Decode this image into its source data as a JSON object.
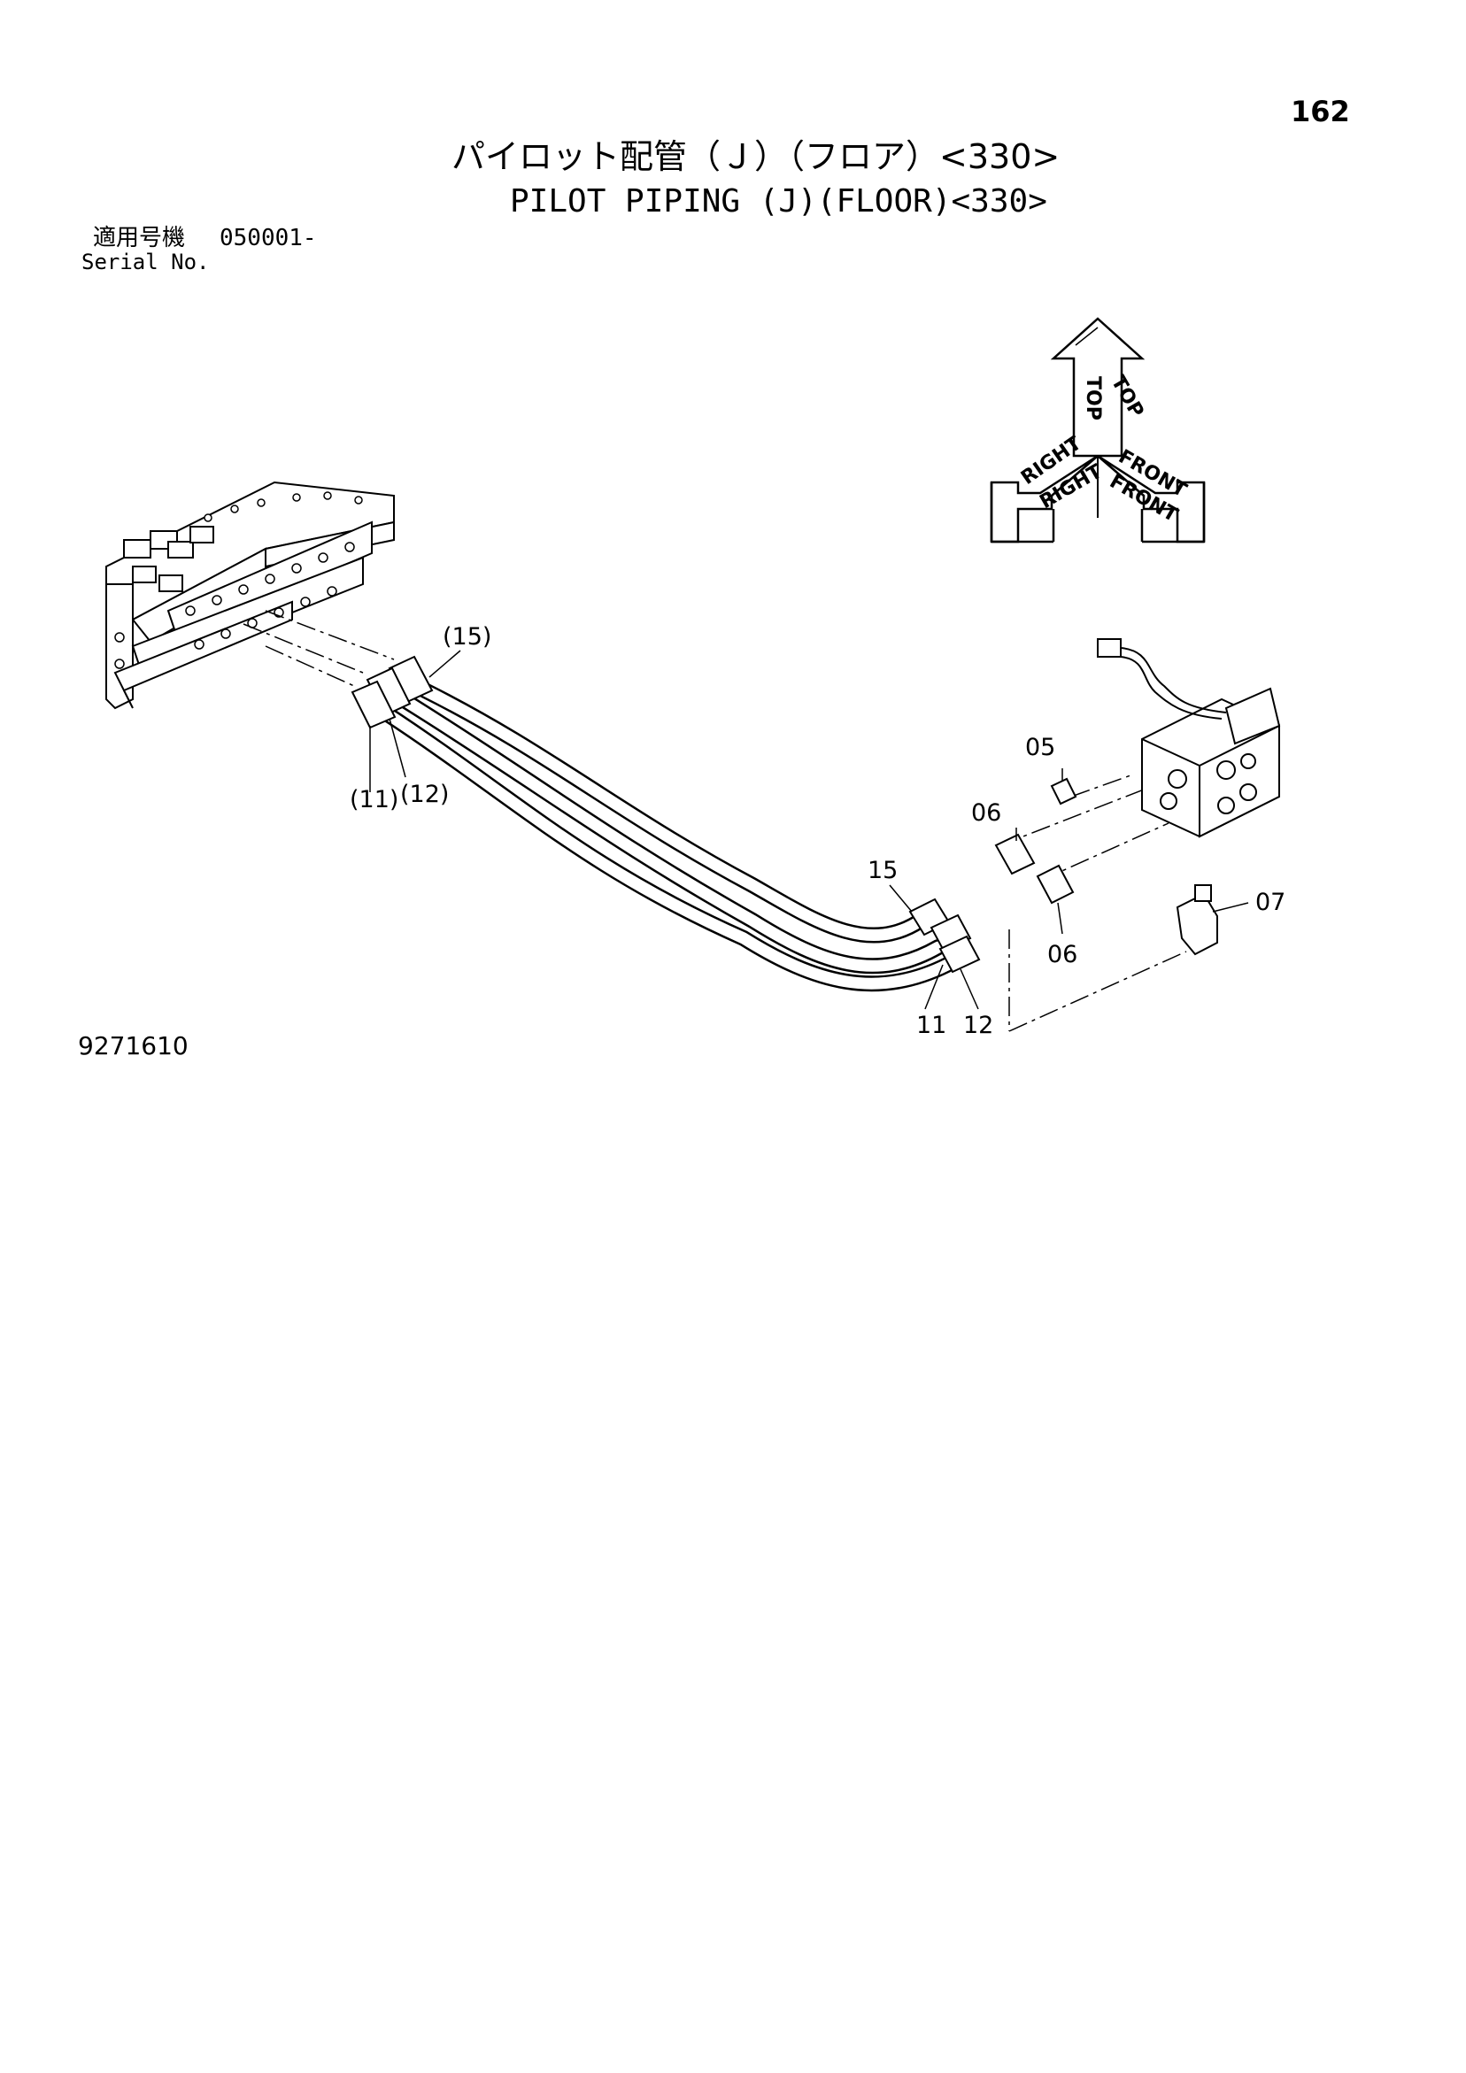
{
  "page": {
    "number": "162"
  },
  "header": {
    "title_ja": "パイロット配管（Ｊ）（フロア）<330>",
    "title_en": "PILOT PIPING (J)(FLOOR)<330>"
  },
  "serial": {
    "label_ja": "適用号機",
    "value": "050001-",
    "label_en": "Serial No."
  },
  "orientation": {
    "top": "TOP",
    "right": "RIGHT",
    "front": "FRONT"
  },
  "callouts": {
    "c15_paren": "(15)",
    "c11_paren": "(11)",
    "c12_paren": "(12)",
    "c05": "05",
    "c06_upper": "06",
    "c06_lower": "06",
    "c07": "07",
    "c15": "15",
    "c11": "11",
    "c12": "12"
  },
  "drawing_number": "9271610"
}
